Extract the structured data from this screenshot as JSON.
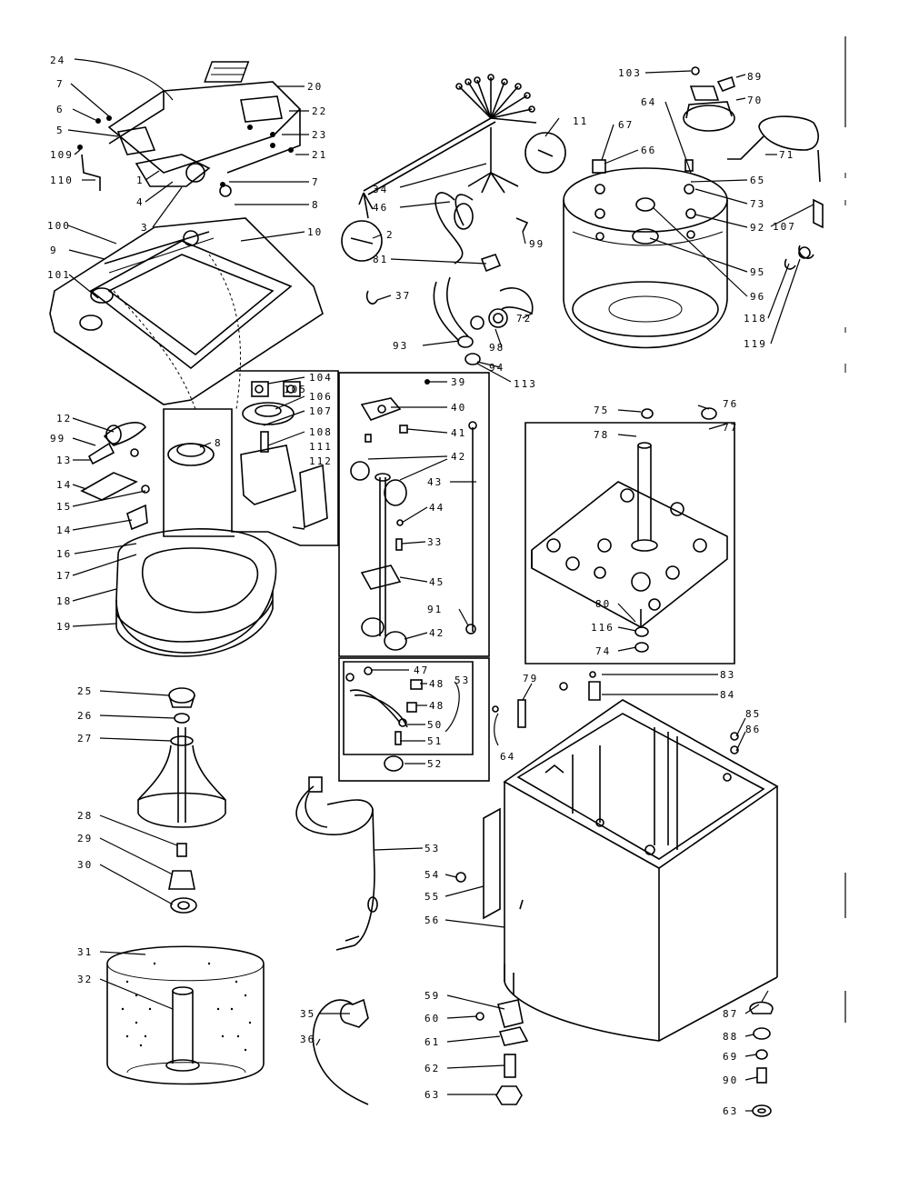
{
  "diagram": {
    "labels": {
      "l24": "24",
      "l20": "20",
      "l7a": "7",
      "l6a": "6",
      "l22": "22",
      "l5": "5",
      "l23": "23",
      "l109": "109",
      "l21": "21",
      "l110": "110",
      "l1": "1",
      "l7b": "7",
      "l4": "4",
      "l8a": "8",
      "l3": "3",
      "l100": "100",
      "l10": "10",
      "l9": "9",
      "l101": "101",
      "l103": "103",
      "l89": "89",
      "l64": "64",
      "l70": "70",
      "l67": "67",
      "l66": "66",
      "l71": "71",
      "l65": "65",
      "l73": "73",
      "l92": "92",
      "l107": "107",
      "l95": "95",
      "l96": "96",
      "l118": "118",
      "l119": "119",
      "l11": "11",
      "l34": "34",
      "l46": "46",
      "l2": "2",
      "l99a": "99",
      "l81": "81",
      "l37": "37",
      "l72": "72",
      "l93": "93",
      "l98": "98",
      "l94": "94",
      "l113": "113",
      "l104": "104",
      "l105": "105",
      "l106": "106",
      "l107b": "107",
      "l108": "108",
      "l111": "111",
      "l112": "112",
      "l8b": "8",
      "l12": "12",
      "l99b": "99",
      "l13": "13",
      "l14a": "14",
      "l15": "15",
      "l14b": "14",
      "l16": "16",
      "l17": "17",
      "l18": "18",
      "l19": "19",
      "l39": "39",
      "l40": "40",
      "l41": "41",
      "l42a": "42",
      "l43": "43",
      "l44": "44",
      "l33": "33",
      "l45": "45",
      "l91": "91",
      "l42b": "42",
      "l47": "47",
      "l48a": "48",
      "l48b": "48",
      "l50": "50",
      "l51": "51",
      "l52": "52",
      "l53a": "53",
      "l75": "75",
      "l76": "76",
      "l77": "77",
      "l78": "78",
      "l80": "80",
      "l116": "116",
      "l74": "74",
      "l25": "25",
      "l26": "26",
      "l27": "27",
      "l28": "28",
      "l29": "29",
      "l30": "30",
      "l31": "31",
      "l32": "32",
      "l53b": "53",
      "l35": "35",
      "l36": "36",
      "l79": "79",
      "l83": "83",
      "l84": "84",
      "l64b": "64",
      "l85": "85",
      "l86": "86",
      "l54": "54",
      "l55": "55",
      "l56": "56",
      "l59": "59",
      "l60": "60",
      "l61": "61",
      "l62": "62",
      "l63a": "63",
      "l87": "87",
      "l88": "88",
      "l69": "69",
      "l90": "90",
      "l63b": "63"
    }
  }
}
